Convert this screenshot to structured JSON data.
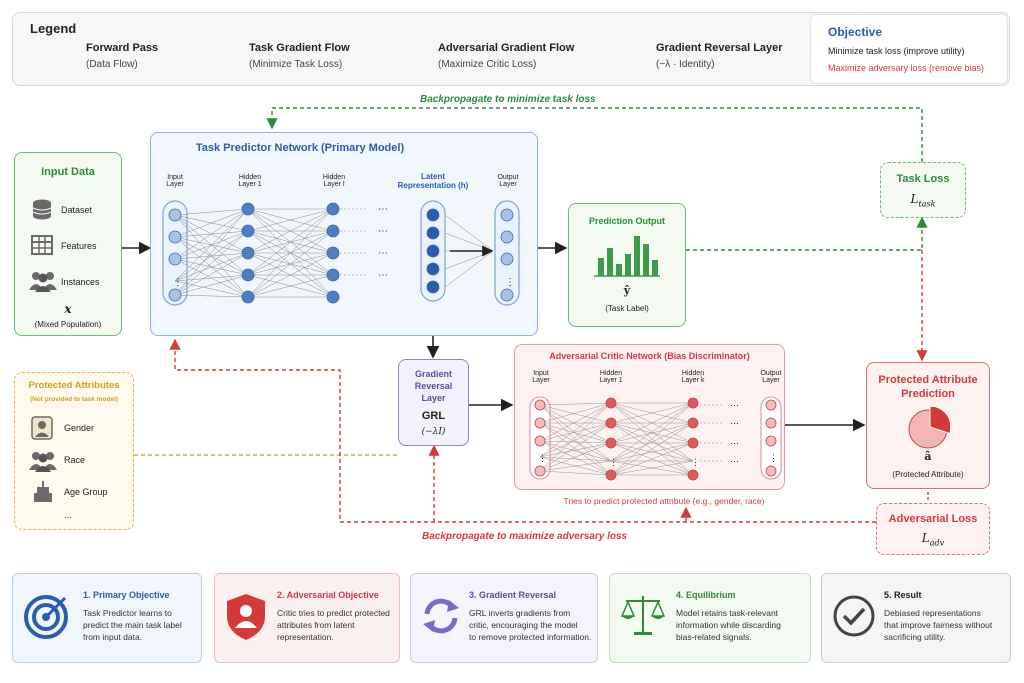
{
  "colors": {
    "black": "#222222",
    "green": "#2e8b3a",
    "red": "#d43a3a",
    "gray": "#8a8a8a",
    "blue": "#2a5db0",
    "orange": "#d89a1e",
    "purple": "#5a4fa0"
  },
  "legend": {
    "title": "Legend",
    "items": [
      {
        "label": "Forward Pass",
        "sub": "(Data Flow)"
      },
      {
        "label": "Task Gradient Flow",
        "sub": "(Minimize Task Loss)"
      },
      {
        "label": "Adversarial Gradient Flow",
        "sub": "(Maximize Critic Loss)"
      },
      {
        "label": "Gradient Reversal Layer",
        "sub": "(−λ · Identity)"
      }
    ]
  },
  "objective": {
    "title": "Objective",
    "line1": "Minimize task loss (improve utility)",
    "line2": "Maximize adversary loss (remove bias)"
  },
  "backprop_task": "Backpropagate to minimize task loss",
  "backprop_adv": "Backpropagate to maximize adversary loss",
  "input_data": {
    "title": "Input Data",
    "items": [
      "Dataset",
      "Features",
      "Instances"
    ],
    "x_symbol": "x",
    "x_caption": "(Mixed Population)"
  },
  "task_network": {
    "title": "Task Predictor Network (Primary Model)",
    "layers": [
      "Input\nLayer",
      "Hidden\nLayer 1",
      "Hidden\nLayer l",
      "Latent\nRepresentation (h)",
      "Output\nLayer"
    ],
    "dots": "⋯"
  },
  "prediction": {
    "title": "Prediction Output",
    "symbol": "ŷ",
    "caption": "(Task Label)",
    "bars": [
      0.45,
      0.7,
      0.3,
      0.55,
      1.0,
      0.8,
      0.4
    ]
  },
  "task_loss": {
    "title": "Task Loss",
    "symbol": "L",
    "sub": "task"
  },
  "protected": {
    "title": "Protected Attributes",
    "subtitle": "(Not provided to task model)",
    "items": [
      "Gender",
      "Race",
      "Age Group",
      "..."
    ]
  },
  "grl": {
    "title1": "Gradient",
    "title2": "Reversal",
    "title3": "Layer",
    "abbr": "GRL",
    "formula": "(−λI)"
  },
  "critic": {
    "title": "Adversarial Critic Network (Bias Discriminator)",
    "layers": [
      "Input\nLayer",
      "Hidden\nLayer 1",
      "Hidden\nLayer k",
      "Output\nLayer"
    ],
    "caption": "Tries to predict protected attribute (e.g., gender, race)"
  },
  "pap": {
    "title1": "Protected Attribute",
    "title2": "Prediction",
    "symbol": "â",
    "caption": "(Protected Attribute)",
    "pie_fraction": 0.3
  },
  "adv_loss": {
    "title": "Adversarial Loss",
    "symbol": "L",
    "sub": "adv"
  },
  "cards": [
    {
      "title": "1. Primary Objective",
      "text": "Task Predictor learns to\npredict the main task label\nfrom input data.",
      "icon": "target-icon"
    },
    {
      "title": "2. Adversarial Objective",
      "text": "Critic tries to predict protected\nattributes from latent\nrepresentation.",
      "icon": "shield-user-icon"
    },
    {
      "title": "3. Gradient Reversal",
      "text": "GRL inverts gradients from\ncritic, encouraging the model\nto remove protected information.",
      "icon": "cycle-arrows-icon"
    },
    {
      "title": "4. Equilibrium",
      "text": "Model retains task-relevant\ninformation while discarding\nbias-related signals.",
      "icon": "balance-scale-icon"
    },
    {
      "title": "5. Result",
      "text": "Debiased representations\nthat improve fairness without\nsacrificing utility.",
      "icon": "checkmark-icon"
    }
  ]
}
